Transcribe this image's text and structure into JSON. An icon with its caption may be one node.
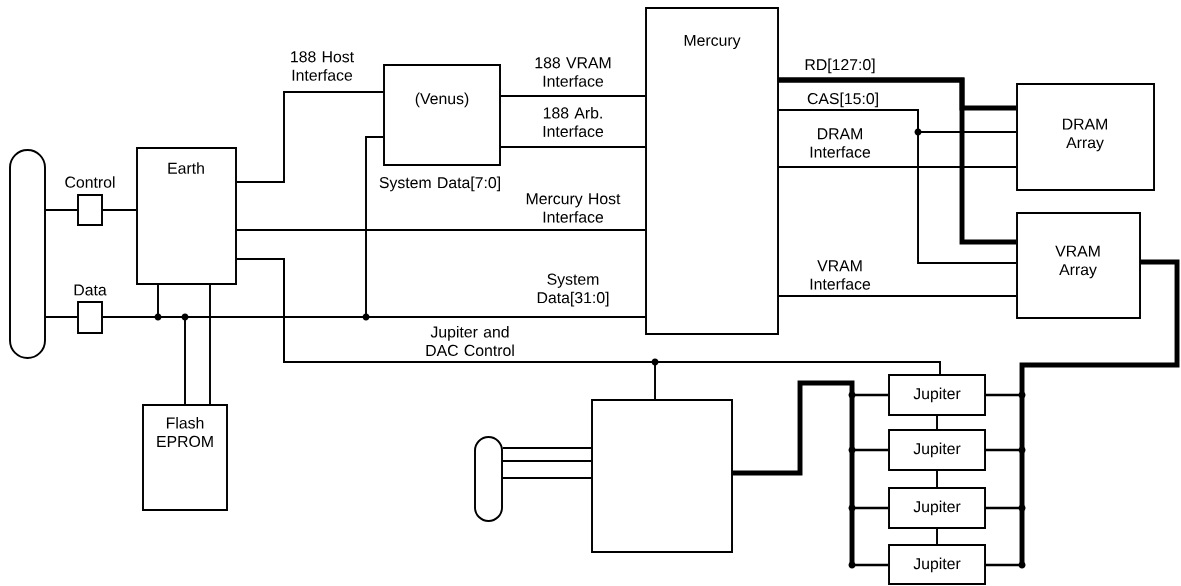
{
  "diagram": {
    "nodes": [
      {
        "text": [],
        "shape": "pill"
      },
      {
        "text": [],
        "shape": "box",
        "beside": [
          "Control"
        ]
      },
      {
        "text": [],
        "shape": "box",
        "beside": [
          "Data"
        ]
      },
      {
        "text": [
          "Earth"
        ]
      },
      {
        "text": [
          "Flash EPROM"
        ]
      },
      {
        "text": [
          "(Venus)"
        ]
      },
      {
        "text": [
          "Mercury"
        ]
      },
      {
        "text": [
          "DRAM Array"
        ]
      },
      {
        "text": [
          "VRAM Array"
        ]
      },
      {
        "text": [],
        "shape": "pill"
      },
      {
        "text": [],
        "shape": "box"
      },
      {
        "text": [
          "Jupiter"
        ]
      },
      {
        "text": [
          "Jupiter"
        ]
      },
      {
        "text": [
          "Jupiter"
        ]
      },
      {
        "text": [
          "Jupiter"
        ]
      }
    ],
    "edges": [
      {
        "from": 0,
        "to": 1,
        "arrow": "none"
      },
      {
        "from": 1,
        "to": 3,
        "arrow": "none"
      },
      {
        "from": 0,
        "to": 2,
        "arrow": "none"
      },
      {
        "from": 2,
        "to": 6,
        "arrow": "none",
        "label": "System Data[31:0]"
      },
      {
        "from": 3,
        "to": 6,
        "arrow": "none"
      },
      {
        "from": 4,
        "to": 6,
        "arrow": "none"
      },
      {
        "from": 4,
        "to": 3,
        "arrow": "none"
      },
      {
        "from": 5,
        "to": 6,
        "arrow": "none",
        "label": "System Data[7:0]"
      },
      {
        "from": 3,
        "to": 5,
        "arrow": "none",
        "label": "188 Host Interface"
      },
      {
        "from": 5,
        "to": 6,
        "arrow": "none",
        "label": "188 VRAM Interface"
      },
      {
        "from": 5,
        "to": 6,
        "arrow": "none",
        "label": "188 Arb. Interface"
      },
      {
        "from": 3,
        "to": 6,
        "arrow": "none",
        "label": "Mercury Host Interface"
      },
      {
        "from": 3,
        "to": 11,
        "arrow": "none",
        "label": "Jupiter and DAC Control"
      },
      {
        "from": 3,
        "to": 10,
        "arrow": "none"
      },
      {
        "from": 6,
        "to": 7,
        "arrow": "none",
        "style": "thick",
        "label": "RD[127:0]"
      },
      {
        "from": 6,
        "to": 8,
        "arrow": "none",
        "style": "thick"
      },
      {
        "from": 6,
        "to": 7,
        "arrow": "none",
        "label": "CAS[15:0]"
      },
      {
        "from": 6,
        "to": 8,
        "arrow": "none"
      },
      {
        "from": 6,
        "to": 7,
        "arrow": "none",
        "label": "DRAM Interface"
      },
      {
        "from": 6,
        "to": 8,
        "arrow": "none",
        "label": "VRAM Interface"
      },
      {
        "from": 8,
        "to": 11,
        "arrow": "none",
        "style": "thick"
      },
      {
        "from": 8,
        "to": 12,
        "arrow": "none",
        "style": "thick"
      },
      {
        "from": 8,
        "to": 13,
        "arrow": "none",
        "style": "thick"
      },
      {
        "from": 8,
        "to": 14,
        "arrow": "none",
        "style": "thick"
      },
      {
        "from": 9,
        "to": 10,
        "arrow": "none"
      },
      {
        "from": 9,
        "to": 10,
        "arrow": "none"
      },
      {
        "from": 9,
        "to": 10,
        "arrow": "none"
      },
      {
        "from": 10,
        "to": 11,
        "arrow": "none",
        "style": "thick"
      },
      {
        "from": 10,
        "to": 12,
        "arrow": "none",
        "style": "thick"
      },
      {
        "from": 10,
        "to": 13,
        "arrow": "none",
        "style": "thick"
      },
      {
        "from": 10,
        "to": 14,
        "arrow": "none",
        "style": "thick"
      },
      {
        "from": 11,
        "to": 12,
        "arrow": "none"
      },
      {
        "from": 12,
        "to": 13,
        "arrow": "none"
      },
      {
        "from": 13,
        "to": 14,
        "arrow": "none"
      }
    ]
  }
}
